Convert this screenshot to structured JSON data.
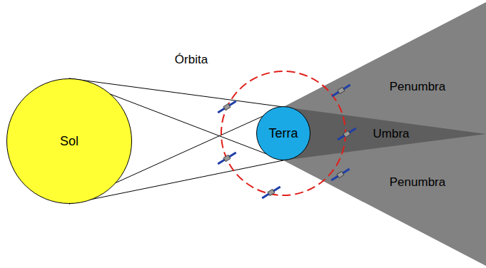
{
  "diagram": {
    "nodes": [
      {
        "text": [
          "Sol"
        ]
      },
      {
        "text": [
          "Terra"
        ]
      }
    ],
    "labels": [
      "Órbita",
      "Penumbra",
      "Umbra",
      "Penumbra"
    ]
  }
}
